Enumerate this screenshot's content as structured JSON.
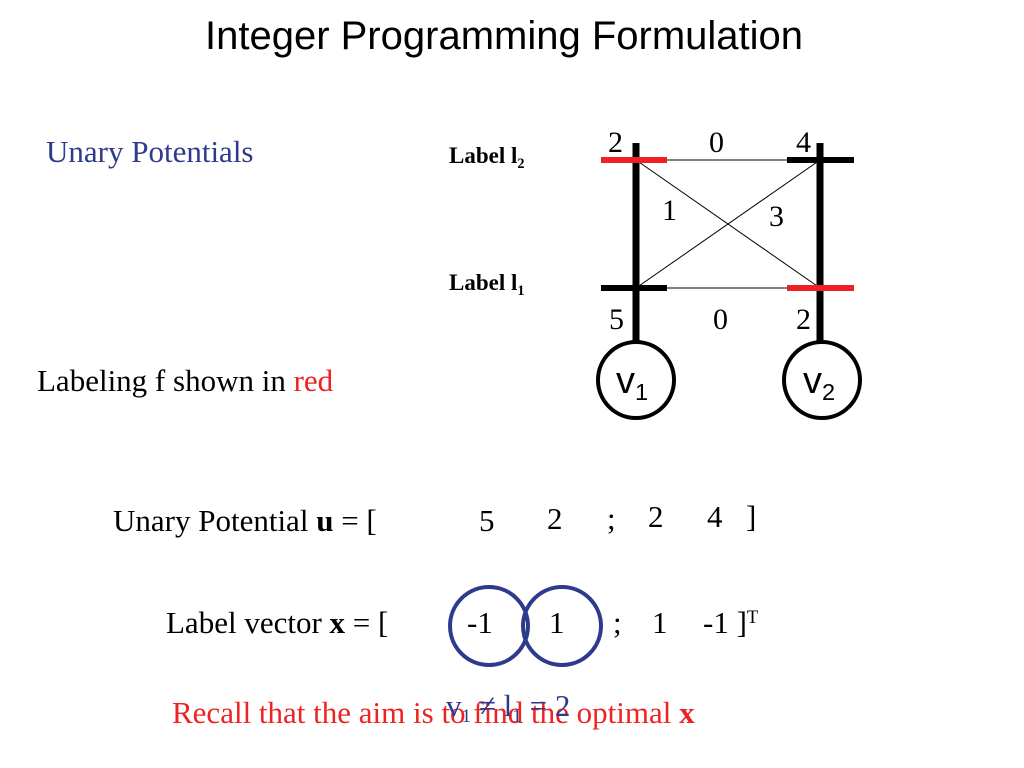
{
  "slide": {
    "title": "Integer Programming Formulation",
    "subhead": "Unary Potentials",
    "labels": {
      "l2_text": "Label l",
      "l2_sub": "2",
      "l1_text": "Label l",
      "l1_sub": "1"
    },
    "graph": {
      "top_left": "2",
      "top_middle": "0",
      "top_right": "4",
      "cross_left": "1",
      "cross_right": "3",
      "bottom_left": "5",
      "bottom_middle": "0",
      "bottom_right": "2",
      "node1_letter": "v",
      "node1_sub": "1",
      "node2_letter": "v",
      "node2_sub": "2"
    },
    "labeling": {
      "prefix": "Labeling f shown in ",
      "highlight": "red"
    },
    "unary": {
      "prefix": "Unary Potential ",
      "bold": "u",
      "eq": " = [",
      "v1": "5",
      "v2": "2",
      "sep": ";",
      "v3": "2",
      "v4": "4",
      "close": "]"
    },
    "labelvec": {
      "prefix": "Label vector ",
      "bold": "x",
      "eq": " = [",
      "v1": "-1",
      "v2": "1",
      "sep": ";",
      "v3": "1",
      "v4": "-1",
      "close": "]",
      "sup": "T"
    },
    "recall": {
      "text": "Recall that the aim is to find the optimal ",
      "bold": "x"
    },
    "overlay": {
      "a": "v",
      "a_sub": "1",
      "neq": " ≠ ",
      "b": "l",
      "b_sub": "1",
      "eq": " = 2"
    },
    "colors": {
      "red": "#ee2222",
      "blue": "#2e3a8c",
      "black": "#000000"
    }
  }
}
